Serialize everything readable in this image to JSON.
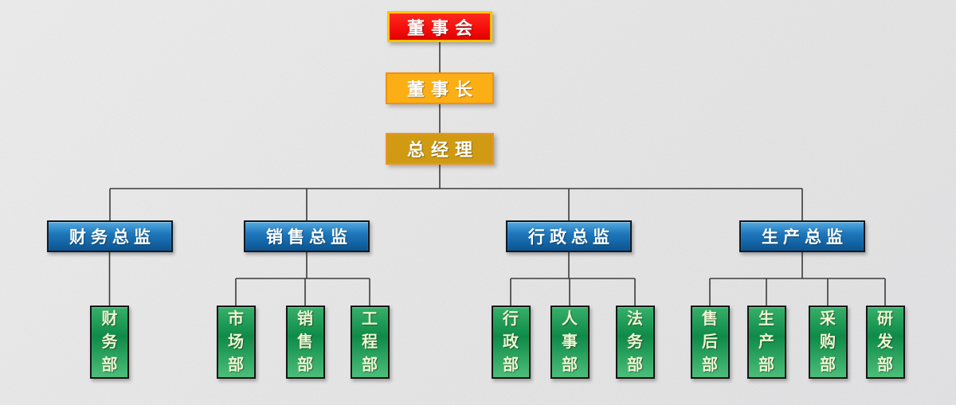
{
  "diagram": {
    "type": "org-chart",
    "levels": {
      "board": "董事会",
      "chairman": "董事长",
      "general_manager": "总经理"
    },
    "directors": [
      {
        "label": "财务总监",
        "departments": [
          "财务部"
        ]
      },
      {
        "label": "销售总监",
        "departments": [
          "市场部",
          "销售部",
          "工程部"
        ]
      },
      {
        "label": "行政总监",
        "departments": [
          "行政部",
          "人事部",
          "法务部"
        ]
      },
      {
        "label": "生产总监",
        "departments": [
          "售后部",
          "生产部",
          "采购部",
          "研发部"
        ]
      }
    ],
    "colors": {
      "canvas_bg": "#E6E6E6",
      "line": "#3C3C3C",
      "board_fill": "#F5100E",
      "board_border": "#FFC400",
      "chairman_fill": "#FCAE15",
      "chairman_border": "#F0910E",
      "gm_fill": "#D09B12",
      "gm_border": "#EE9422",
      "director_fill_top": "#54A9DE",
      "director_fill_mid": "#1E78BC",
      "director_fill_bottom": "#0B5490",
      "director_border": "#101820",
      "dept_fill_top": "#36B06A",
      "dept_fill_mid": "#0F8A48",
      "dept_fill_bottom": "#4CBE7A",
      "dept_border": "#141414",
      "node_text": "#FFFFFF",
      "dept_text": "#EFF5D0"
    }
  }
}
